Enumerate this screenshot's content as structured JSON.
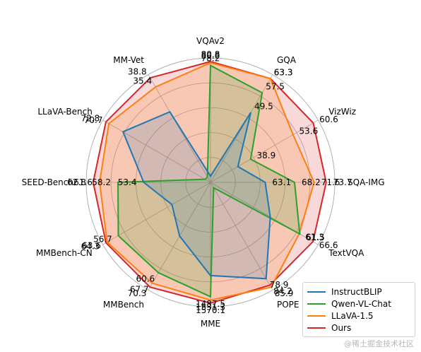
{
  "chart_data": {
    "type": "radar",
    "axes": [
      "VQAv2",
      "GQA",
      "VizWiz",
      "SQA-IMG",
      "TextVQA",
      "POPE",
      "MME",
      "MMBench",
      "MMBench-CN",
      "SEED-Bench",
      "LLaVA-Bench",
      "MM-Vet"
    ],
    "series": [
      {
        "name": "InstructBLIP",
        "color": "#1f77b4",
        "values": [
          null,
          49.5,
          34.5,
          63.1,
          50.1,
          78.9,
          1212.8,
          36.0,
          23.7,
          53.4,
          60.9,
          26.2
        ]
      },
      {
        "name": "Qwen-VL-Chat",
        "color": "#2ca02c",
        "values": [
          78.2,
          57.5,
          38.9,
          68.2,
          61.5,
          null,
          1487.5,
          60.6,
          56.7,
          58.2,
          null,
          null
        ]
      },
      {
        "name": "LLaVA-1.5",
        "color": "#ff7f0e",
        "values": [
          80.0,
          63.3,
          53.6,
          71.6,
          61.3,
          85.9,
          1531.3,
          67.7,
          63.6,
          61.6,
          70.7,
          35.4
        ]
      },
      {
        "name": "Ours",
        "color": "#d62728",
        "values": [
          80.8,
          63.3,
          60.6,
          73.7,
          66.6,
          84.2,
          1570.1,
          70.3,
          64.3,
          62.8,
          72.8,
          38.8
        ]
      }
    ],
    "value_labels": {
      "VQAv2": [
        "80.8",
        "80.0",
        "78.2"
      ],
      "GQA": [
        "63.3",
        "63.3",
        "57.5",
        "49.5"
      ],
      "VizWiz": [
        "60.6",
        "53.6",
        "38.9"
      ],
      "SQA-IMG": [
        "73.7",
        "71.6",
        "68.2",
        "63.1"
      ],
      "TextVQA": [
        "66.6",
        "61.5",
        "61.3"
      ],
      "POPE": [
        "85.9",
        "84.2",
        "78.9"
      ],
      "MME": [
        "1570.1",
        "1531.3",
        "1487.5"
      ],
      "MMBench": [
        "70.3",
        "67.7",
        "60.6"
      ],
      "MMBench-CN": [
        "64.3",
        "63.6",
        "56.7"
      ],
      "SEED-Bench": [
        "62.8",
        "61.6",
        "58.2",
        "53.4"
      ],
      "LLaVA-Bench": [
        "72.8",
        "70.7"
      ],
      "MM-Vet": [
        "38.8",
        "35.4"
      ]
    },
    "grid": true,
    "legend_placement": "bottom-right"
  },
  "watermark": "@稀土掘金技术社区"
}
